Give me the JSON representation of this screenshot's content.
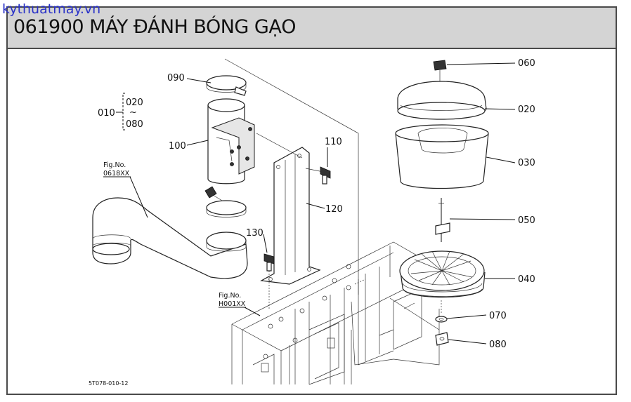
{
  "watermark": "kythuatmay.vn",
  "title": "061900 MÁY ĐÁNH BÓNG GẠO",
  "labels": {
    "p010": "010",
    "p020a": "020",
    "tilde": "~",
    "p080a": "080",
    "p090": "090",
    "p100": "100",
    "p110": "110",
    "p120": "120",
    "p130": "130",
    "p060": "060",
    "p020": "020",
    "p030": "030",
    "p050": "050",
    "p040": "040",
    "p070": "070",
    "p080": "080"
  },
  "figrefs": {
    "fig1_label": "Fig.No.",
    "fig1_code": "0618XX",
    "fig2_label": "Fig.No.",
    "fig2_code": "H001XX"
  },
  "drawing_code": "5T078-010-12"
}
